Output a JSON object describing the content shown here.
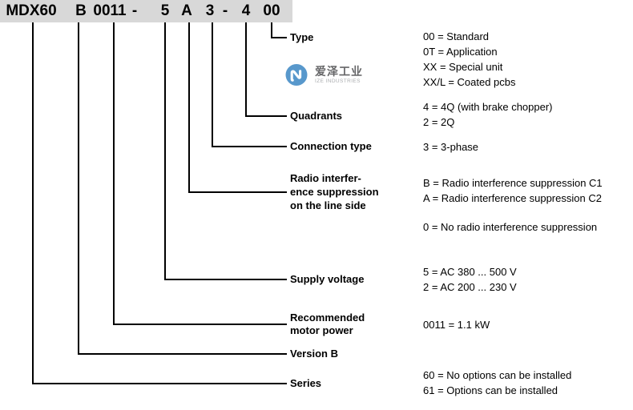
{
  "code": {
    "segments": [
      "MDX60",
      "B",
      "0011",
      "-",
      "5",
      "A",
      "3",
      "-",
      "4",
      "00"
    ]
  },
  "logo": {
    "name": "爱泽工业",
    "subtitle": "IZE INDUSTRIES"
  },
  "fields": [
    {
      "id": "type",
      "label_lines": [
        "Type"
      ],
      "values": [
        "00 = Standard",
        "0T = Application",
        "XX = Special unit",
        "XX/L = Coated pcbs"
      ]
    },
    {
      "id": "quadrants",
      "label_lines": [
        "Quadrants"
      ],
      "values": [
        "4 = 4Q (with brake chopper)",
        "2 = 2Q"
      ]
    },
    {
      "id": "connection-type",
      "label_lines": [
        "Connection type"
      ],
      "values": [
        "3 = 3-phase"
      ]
    },
    {
      "id": "radio-interference-suppression",
      "label_lines": [
        "Radio interfer-",
        "ence suppression",
        "on the line side"
      ],
      "values": [
        "B = Radio interference suppression C1",
        "A = Radio interference suppression C2",
        "0 = No radio interference suppression"
      ]
    },
    {
      "id": "supply-voltage",
      "label_lines": [
        "Supply voltage"
      ],
      "values": [
        "5 = AC 380 ... 500 V",
        "2 = AC 200 ... 230 V"
      ]
    },
    {
      "id": "recommended-motor-power",
      "label_lines": [
        "Recommended",
        "motor power"
      ],
      "values": [
        "0011 = 1.1 kW"
      ]
    },
    {
      "id": "version",
      "label_lines": [
        "Version B"
      ],
      "values": []
    },
    {
      "id": "series",
      "label_lines": [
        "Series"
      ],
      "values": [
        "60 = No options can be installed",
        "61 = Options can be installed"
      ]
    }
  ],
  "colors": {
    "bar_bg": "#d8d8d8",
    "line": "#000000",
    "logo_blue": "#4a90c8",
    "logo_text": "#58595b",
    "logo_subtext": "#a4a6a9"
  }
}
